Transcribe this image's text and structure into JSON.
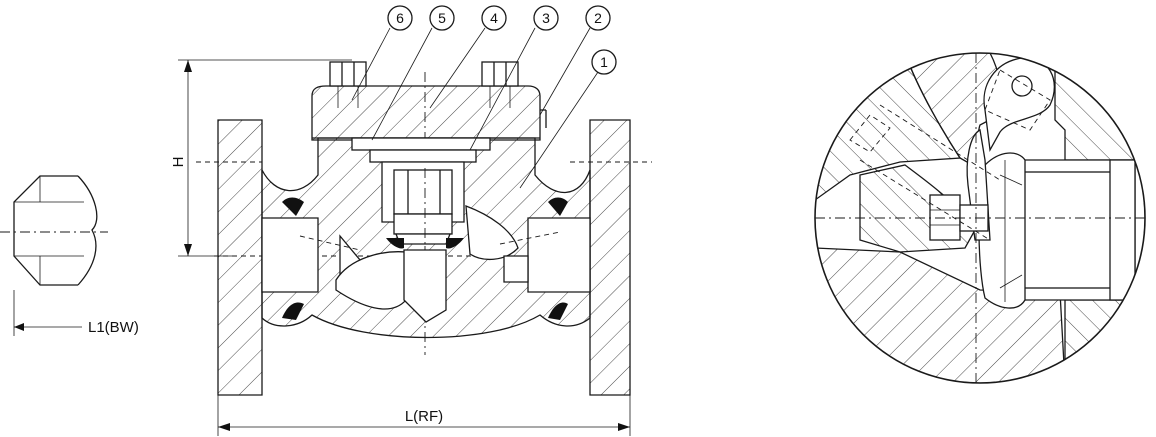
{
  "labels": {
    "l1": "L1(BW)",
    "l": "L(RF)",
    "h": "H"
  },
  "parts": [
    "6",
    "5",
    "4",
    "3",
    "2",
    "1"
  ],
  "icons": {
    "valve_section": "check-valve-cross-section",
    "weld_end": "butt-weld-end-detail",
    "detail": "hinge-disc-detail-circle"
  }
}
